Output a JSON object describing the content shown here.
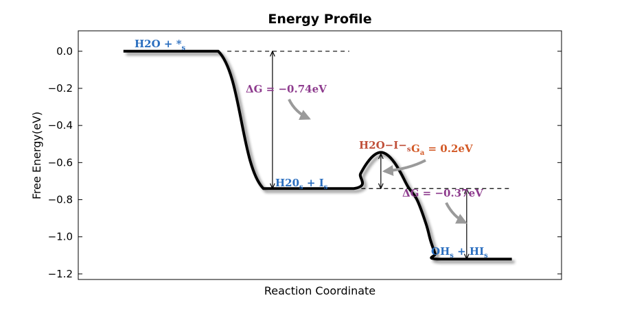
{
  "chart_data": {
    "type": "line",
    "title": "Energy Profile",
    "xlabel": "Reaction Coordinate",
    "ylabel": "Free Energy(eV)",
    "ylim": [
      -1.23,
      0.11
    ],
    "xlim": [
      0,
      10.7
    ],
    "yticks": [
      "0.0",
      "−0.2",
      "−0.4",
      "−0.6",
      "−0.8",
      "−1.0",
      "−1.2"
    ],
    "ytick_values": [
      0.0,
      -0.2,
      -0.4,
      -0.6,
      -0.8,
      -1.0,
      -1.2
    ],
    "grid": false,
    "series": [
      {
        "x": [
          1.0,
          3.1,
          4.1,
          6.1,
          6.25,
          6.4,
          6.55,
          6.7,
          6.85,
          7.0,
          7.15,
          7.3,
          7.5,
          7.7,
          7.8,
          7.9,
          7.95,
          9.6
        ],
        "y": [
          0.0,
          0.0,
          -0.74,
          -0.74,
          -0.66,
          -0.6,
          -0.56,
          -0.545,
          -0.56,
          -0.6,
          -0.66,
          -0.73,
          -0.8,
          -0.93,
          -1.02,
          -1.09,
          -1.12,
          -1.12
        ]
      }
    ],
    "states": [
      {
        "label_main": "H2O + *",
        "label_sub": "s",
        "y": 0.0
      },
      {
        "label_main": "H20",
        "label_sub": "s",
        "label_tail": " + I",
        "label_sub2": "s",
        "y": -0.74
      },
      {
        "label_main": "H2O−I−",
        "label_sub": "s",
        "y": -0.545
      },
      {
        "label_main": "OH",
        "label_sub": "s",
        "label_tail": " + HI",
        "label_sub2": "s",
        "y": -1.12
      }
    ],
    "annotations": [
      {
        "text": "ΔG = −0.74eV",
        "color": "#8e3c8e"
      },
      {
        "text_main": "G",
        "text_sub": "a",
        "text_tail": " = 0.2eV",
        "color": "#d35a27"
      },
      {
        "text": "ΔG = −0.37eV",
        "color": "#8e3c8e"
      }
    ],
    "colors": {
      "curve": "#000000",
      "state_label": "#2a6ebf",
      "ts_label": "#c0503a",
      "delta_g": "#8e3c8e",
      "activation": "#d35a27",
      "pointer_arrow": "#9a9a9a"
    }
  }
}
